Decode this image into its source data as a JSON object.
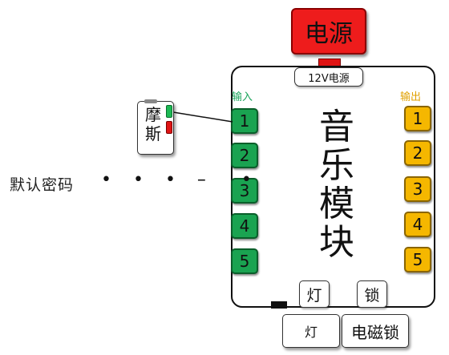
{
  "power": {
    "label": "电源"
  },
  "module": {
    "power_label": "12V电源",
    "input_title": "输入",
    "output_title": "输出",
    "title_chars": [
      "音",
      "乐",
      "模",
      "块"
    ],
    "inputs": [
      "1",
      "2",
      "3",
      "4",
      "5"
    ],
    "outputs": [
      "1",
      "2",
      "3",
      "4",
      "5"
    ],
    "lamp_label": "灯",
    "lock_label": "锁"
  },
  "lamp": {
    "label": "灯"
  },
  "electric_lock": {
    "label": "电磁锁"
  },
  "morse_key": {
    "label_line1": "摩",
    "label_line2": "斯"
  },
  "password": {
    "label": "默认密码",
    "code": "• • • –  •"
  },
  "colors": {
    "power": "#ee1c1c",
    "input_port": "#1aa351",
    "output_port": "#f5b700",
    "input_title": "#19a35a",
    "output_title": "#e0a000"
  }
}
